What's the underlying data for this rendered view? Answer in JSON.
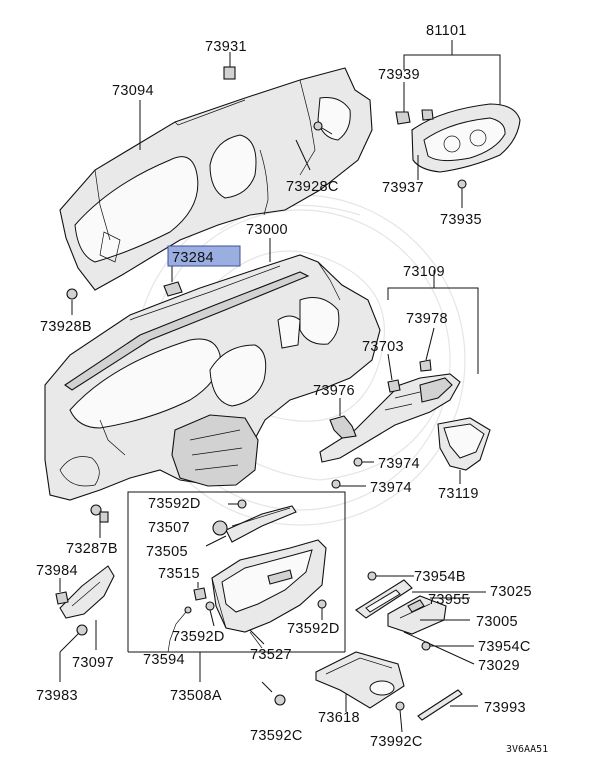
{
  "diagram": {
    "image_code": "3V6AA51",
    "highlight_color": "#9aaee0",
    "highlighted_part": "73284",
    "parts": {
      "p73931": "73931",
      "p81101": "81101",
      "p73094": "73094",
      "p73939": "73939",
      "p73928c": "73928C",
      "p73937": "73937",
      "p73935": "73935",
      "p73000": "73000",
      "p73284": "73284",
      "p73928b": "73928B",
      "p73109": "73109",
      "p73978": "73978",
      "p73703": "73703",
      "p73976": "73976",
      "p73974a": "73974",
      "p73974b": "73974",
      "p73119": "73119",
      "p73592d_a": "73592D",
      "p73507": "73507",
      "p73505": "73505",
      "p73287b": "73287B",
      "p73984": "73984",
      "p73515": "73515",
      "p73592d_b": "73592D",
      "p73592d_c": "73592D",
      "p73594": "73594",
      "p73527": "73527",
      "p73097": "73097",
      "p73983": "73983",
      "p73508a": "73508A",
      "p73592c": "73592C",
      "p73954b": "73954B",
      "p73025": "73025",
      "p73955": "73955",
      "p73005": "73005",
      "p73954c": "73954C",
      "p73029": "73029",
      "p73618": "73618",
      "p73993": "73993",
      "p73992c": "73992C"
    }
  }
}
